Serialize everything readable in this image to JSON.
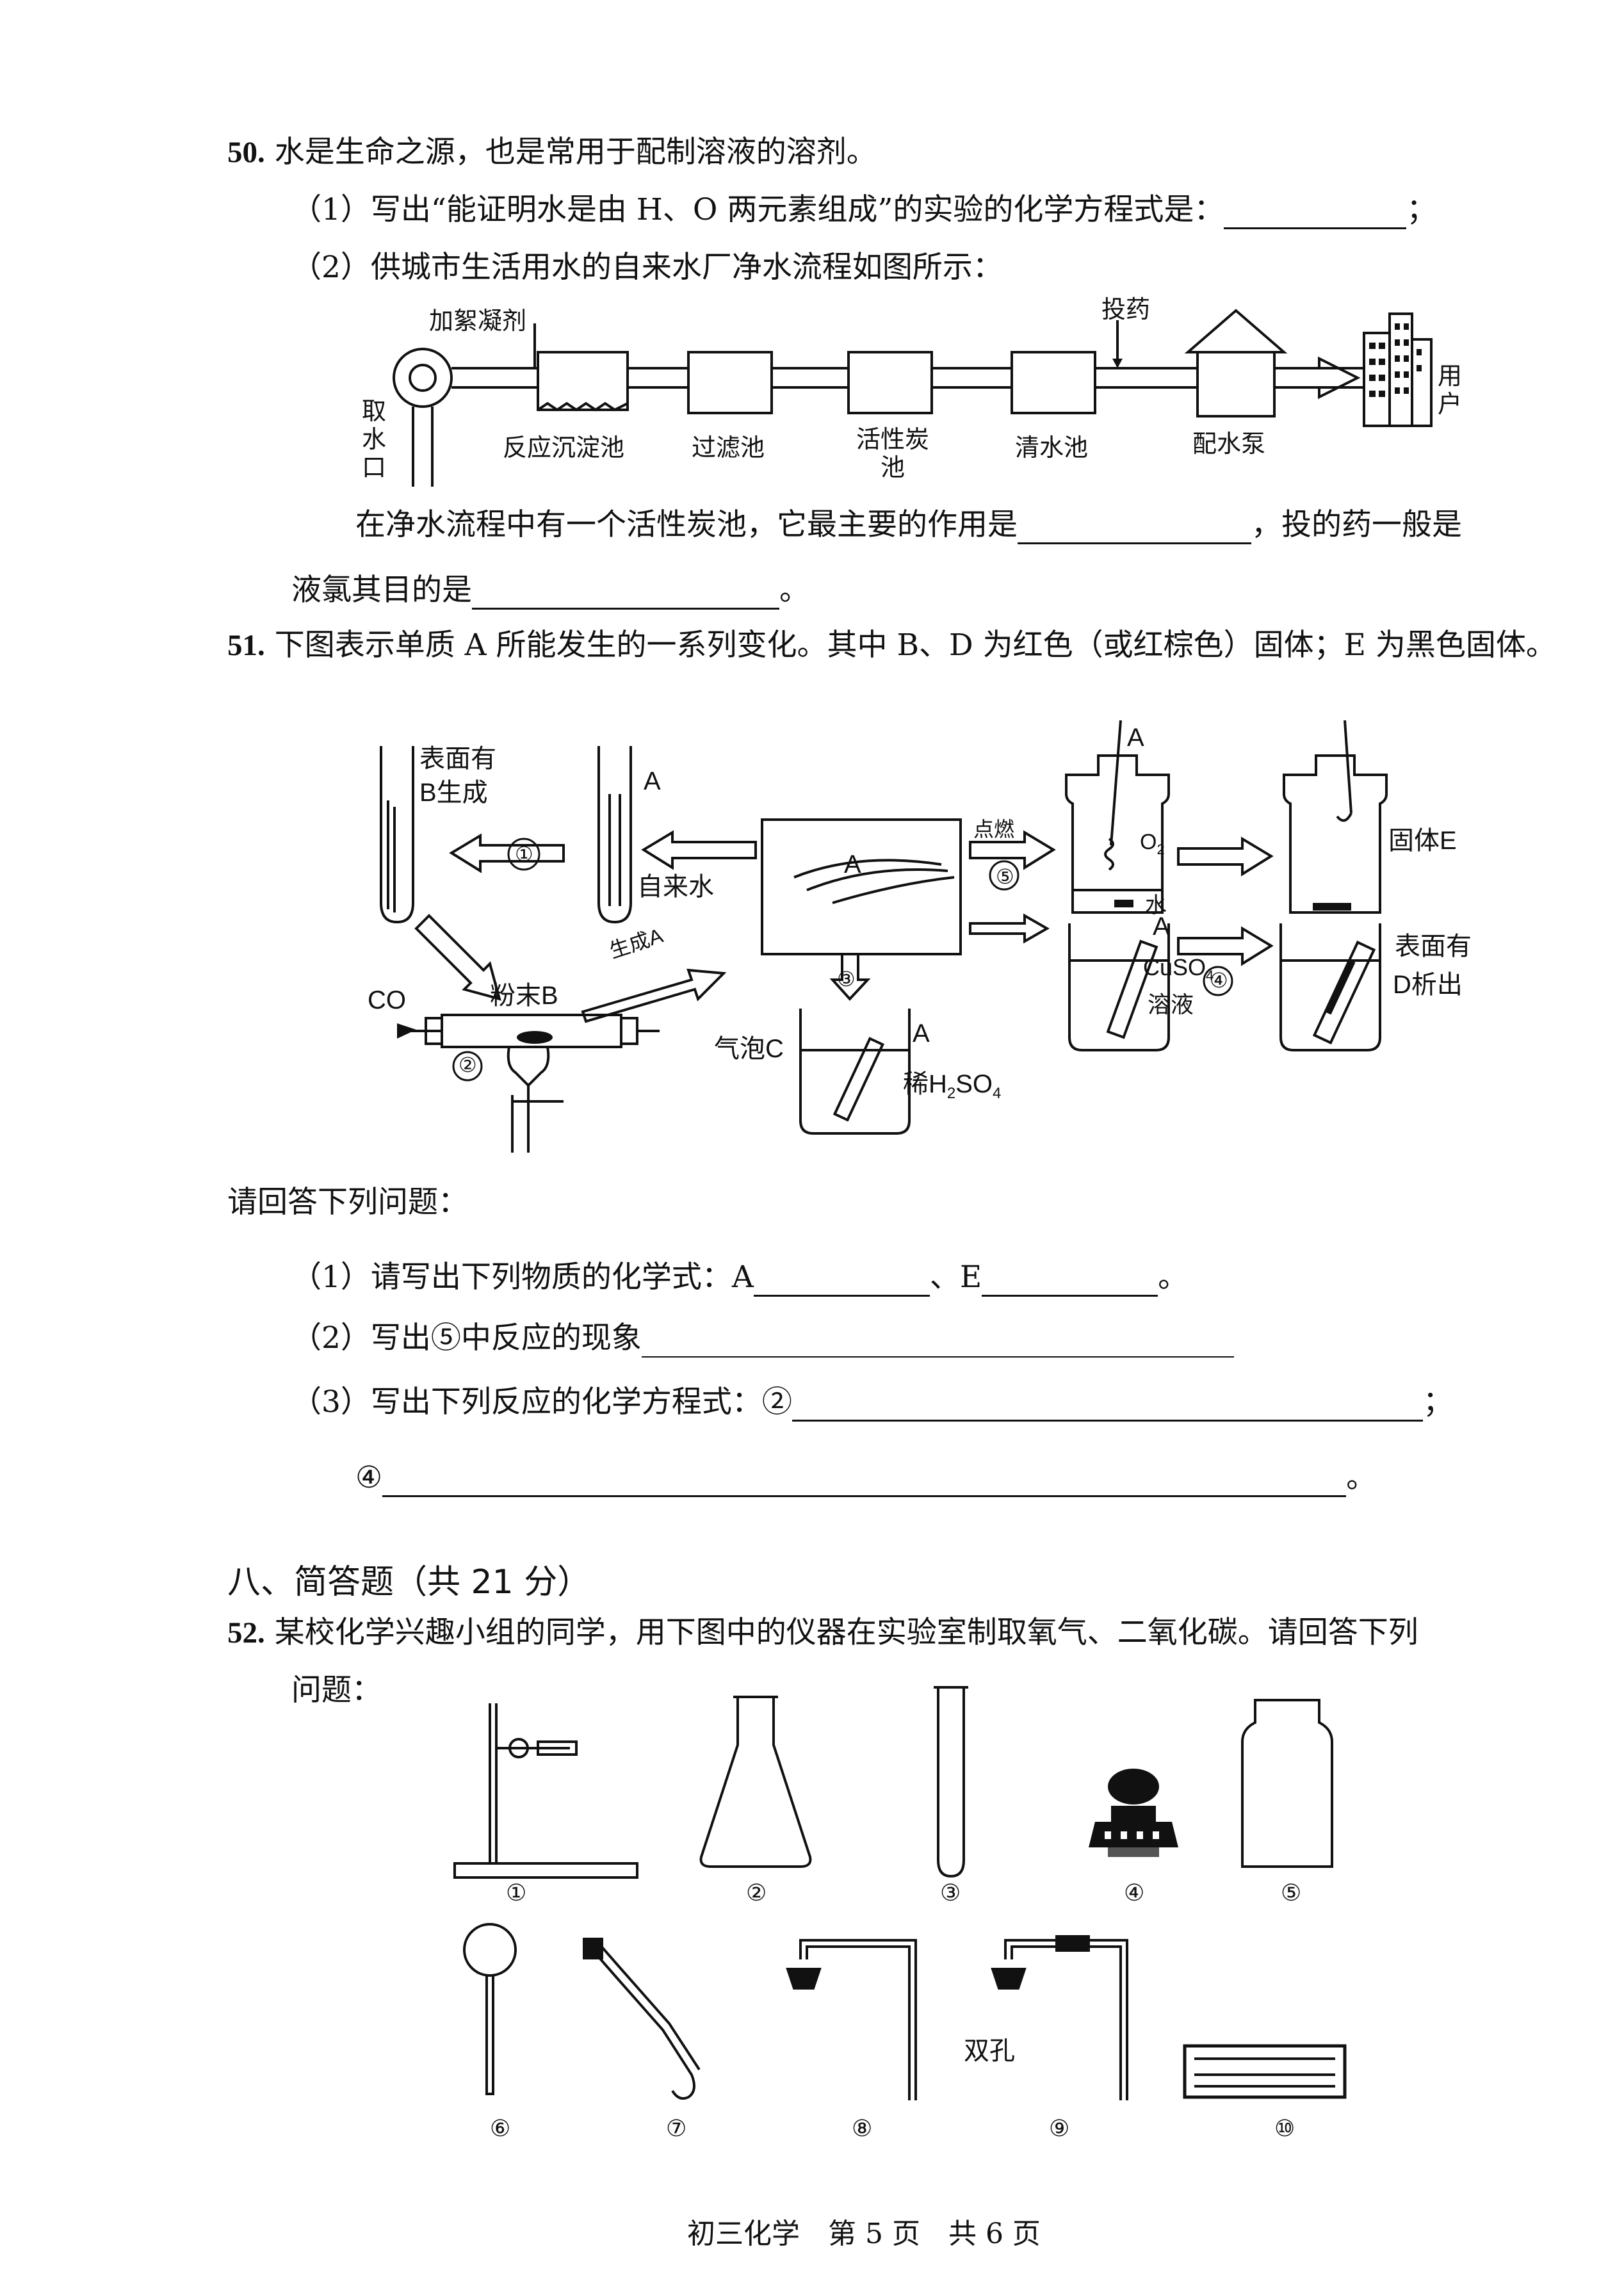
{
  "q50": {
    "number": "50.",
    "stem": "水是生命之源，也是常用于配制溶液的溶剂。",
    "part1": "（1）写出“能证明水是由 H、O 两元素组成”的实验的化学方程式是：",
    "part1_end": "；",
    "part2": "（2）供城市生活用水的自来水厂净水流程如图所示：",
    "diagram": {
      "intake": "取水口",
      "coagulant": "加絮凝剂",
      "dosing": "投药",
      "tanks": [
        "反应沉淀池",
        "过滤池",
        "活性炭池",
        "清水池"
      ],
      "pump": "配水泵",
      "users": "用户"
    },
    "text_a": "在净水流程中有一个活性炭池，它最主要的作用是",
    "text_b": "，投的药一般是",
    "text_c": "液氯其目的是",
    "text_c_end": "。"
  },
  "q51": {
    "number": "51.",
    "stem": "下图表示单质 A 所能发生的一系列变化。其中 B、D 为红色（或红棕色）固体；E 为黑色固体。",
    "diagram": {
      "surface_b_1": "表面有",
      "surface_b_2": "B生成",
      "a": "A",
      "tap_water": "自来水",
      "step1": "①",
      "step2": "②",
      "step3": "③",
      "step4": "④",
      "step5": "⑤",
      "co": "CO",
      "powder_b": "粉末B",
      "gen_a": "生成A",
      "ignite": "点燃",
      "o2": "O",
      "o2_sub": "2",
      "water": "水",
      "solid_e": "固体E",
      "bubble_c": "气泡C",
      "dilute_acid": "稀H",
      "acid_sub1": "2",
      "acid_mid": "SO",
      "acid_sub2": "4",
      "cuso4": "CuSO",
      "cuso4_sub": "4",
      "solution": "溶液",
      "surface_d_1": "表面有",
      "surface_d_2": "D析出"
    },
    "prompt": "请回答下列问题：",
    "part1": "（1）请写出下列物质的化学式：A",
    "part1_mid": "、E",
    "part1_end": "。",
    "part2": "（2）写出⑤中反应的现象",
    "part3": "（3）写出下列反应的化学方程式：②",
    "part3_end": "；",
    "part3b": "④",
    "part3b_end": "。"
  },
  "section8": {
    "heading": "八、简答题（共 21 分）"
  },
  "q52": {
    "number": "52.",
    "stem_1": "某校化学兴趣小组的同学，用下图中的仪器在实验室制取氧气、二氧化碳。请回答下列",
    "stem_2": "问题：",
    "apparatus_labels": [
      "①",
      "②",
      "③",
      "④",
      "⑤",
      "⑥",
      "⑦",
      "⑧",
      "⑨",
      "⑩"
    ],
    "double_hole": "双孔"
  },
  "footer": "初三化学　第 5 页　共 6 页"
}
